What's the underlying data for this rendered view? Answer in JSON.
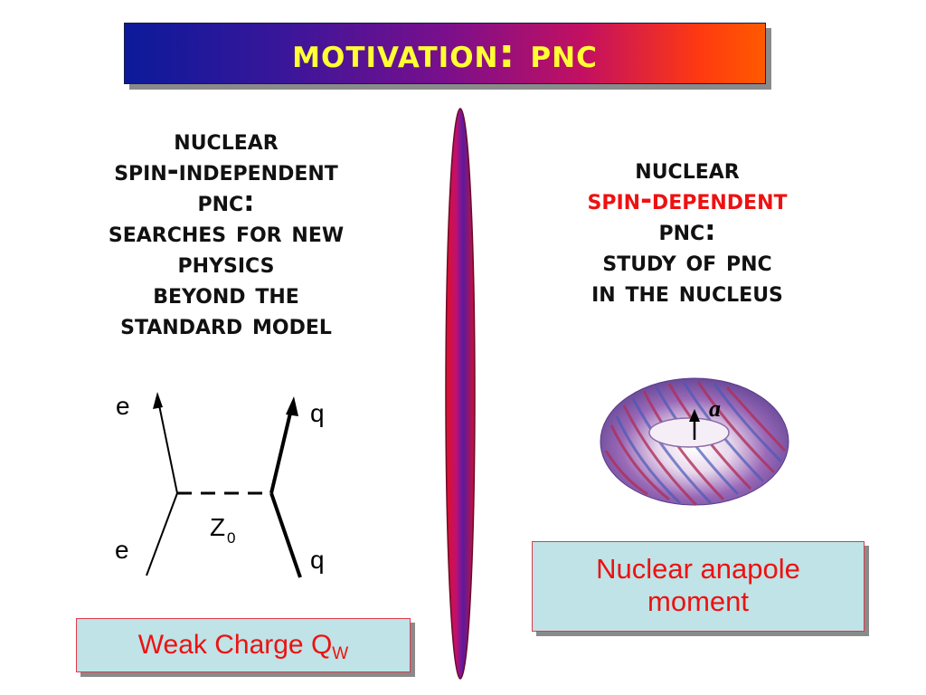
{
  "title": "Motivation: PNC",
  "left_column": {
    "lines": [
      "Nuclear",
      "spin-independent",
      "PNC:",
      "Searches for new",
      "physics",
      "beyond the",
      "Standard Model"
    ]
  },
  "right_column": {
    "line1": "Nuclear",
    "line2": "spin-dependent",
    "line3": "PNC:",
    "line4": "Study of PNC",
    "line5": "in the nucleus",
    "highlight_color": "#ee1111"
  },
  "feynman": {
    "top_left": "e",
    "bottom_left": "e",
    "top_right": "q",
    "bottom_right": "q",
    "boson": "Z",
    "boson_sub": "0"
  },
  "torus_label": "a",
  "weak_charge": {
    "text": "Weak Charge Q",
    "sub": "W"
  },
  "anapole": {
    "line1": "Nuclear anapole",
    "line2": "moment"
  },
  "colors": {
    "title_text": "#ffff33",
    "box_fill": "#bfe3e6",
    "box_text": "#ee1111"
  }
}
